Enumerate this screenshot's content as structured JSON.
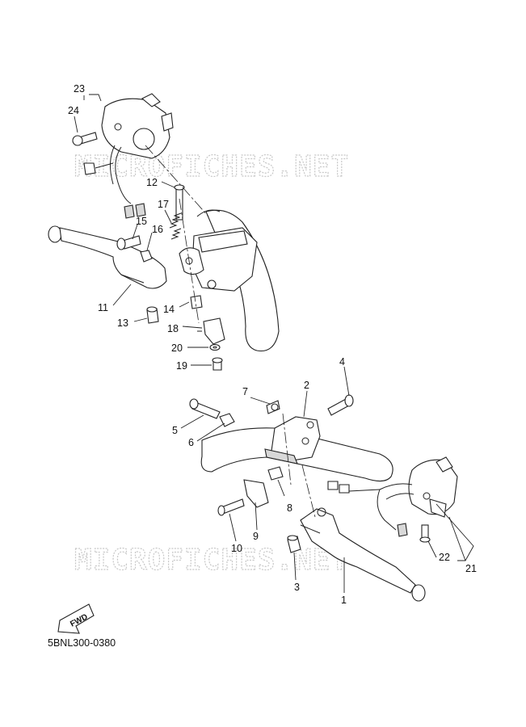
{
  "watermarks": [
    "MICROFICHES.NET",
    "MICROFICHES.NET"
  ],
  "fwd_label": "FWD",
  "diagram_code": "5BNL300-0380",
  "callouts": {
    "p1": "1",
    "p2": "2",
    "p3": "3",
    "p4": "4",
    "p5": "5",
    "p6": "6",
    "p7": "7",
    "p8": "8",
    "p9": "9",
    "p10": "10",
    "p11": "11",
    "p12": "12",
    "p13": "13",
    "p14": "14",
    "p15": "15",
    "p16": "16",
    "p17": "17",
    "p18": "18",
    "p19": "19",
    "p20": "20",
    "p21": "21",
    "p22": "22",
    "p23": "23",
    "p24": "24"
  }
}
